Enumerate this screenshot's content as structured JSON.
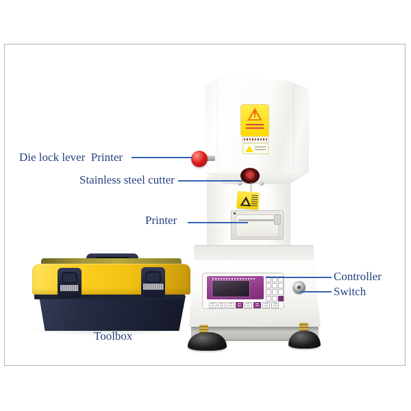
{
  "figure": {
    "type": "annotated-product-photo",
    "subject": "Melt flow index tester with accessories"
  },
  "labels": {
    "top_left": "Die lock lever  Printer",
    "cutter": "Stainless steel cutter",
    "printer": "Printer",
    "toolbox": "Toolbox",
    "controller": "Controller",
    "switch": "Switch"
  },
  "colors": {
    "label_text": "#26417f",
    "leader_line": "#3361b3",
    "lever_red": "#d42222",
    "warning_yellow": "#ffd900",
    "panel_purple": "#90378a",
    "toolbox_yellow": "#f3c213",
    "toolbox_navy": "#20253a",
    "frame_border": "#b4b4b4"
  }
}
